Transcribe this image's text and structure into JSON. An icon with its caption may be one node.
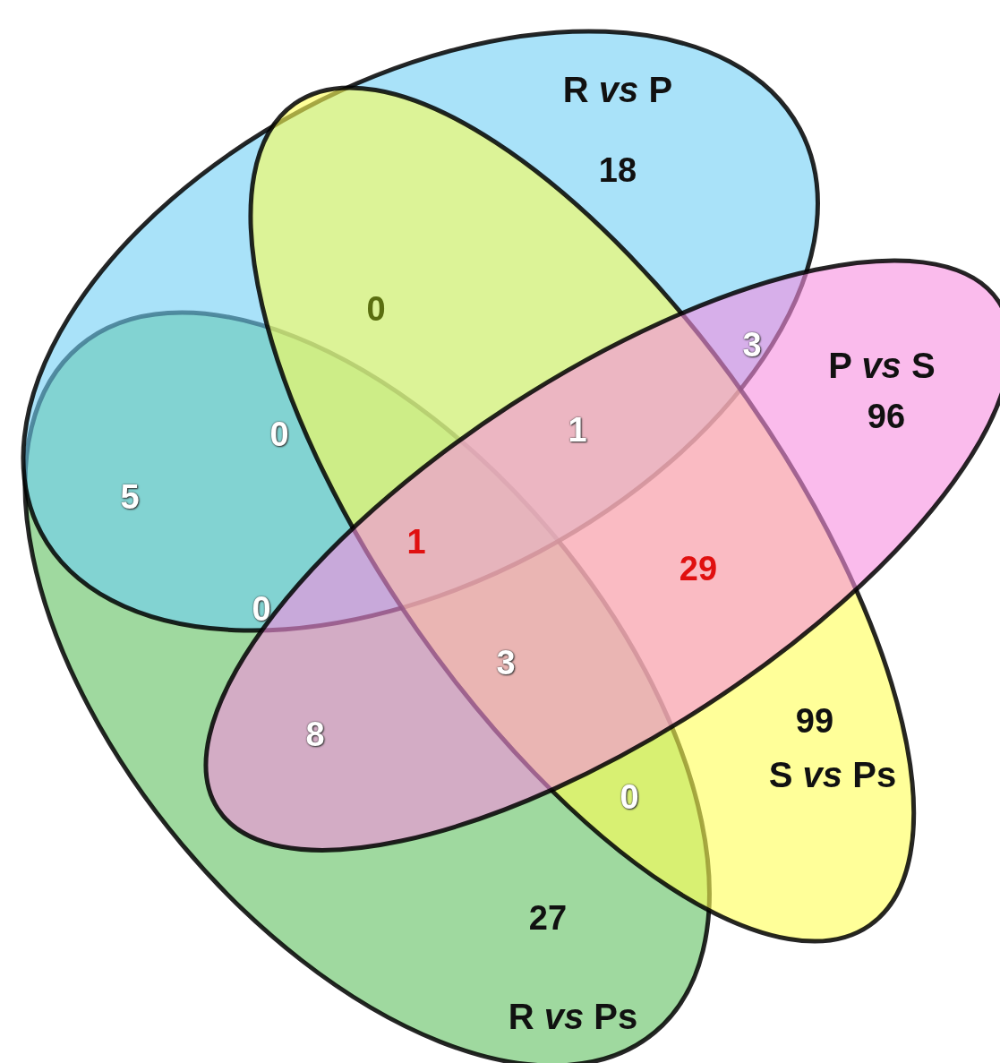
{
  "diagram": {
    "nodes": [
      {
        "text": [
          "R *vs* P"
        ]
      },
      {
        "text": [
          "P *vs* S"
        ]
      },
      {
        "text": [
          "S *vs* Ps"
        ]
      },
      {
        "text": [
          "R *vs* Ps"
        ]
      }
    ],
    "labels": [
      "18",
      "0",
      "3",
      "96",
      "0",
      "1",
      "5",
      "1",
      "29",
      "0",
      "3",
      "8",
      "99",
      "0",
      "27"
    ]
  }
}
